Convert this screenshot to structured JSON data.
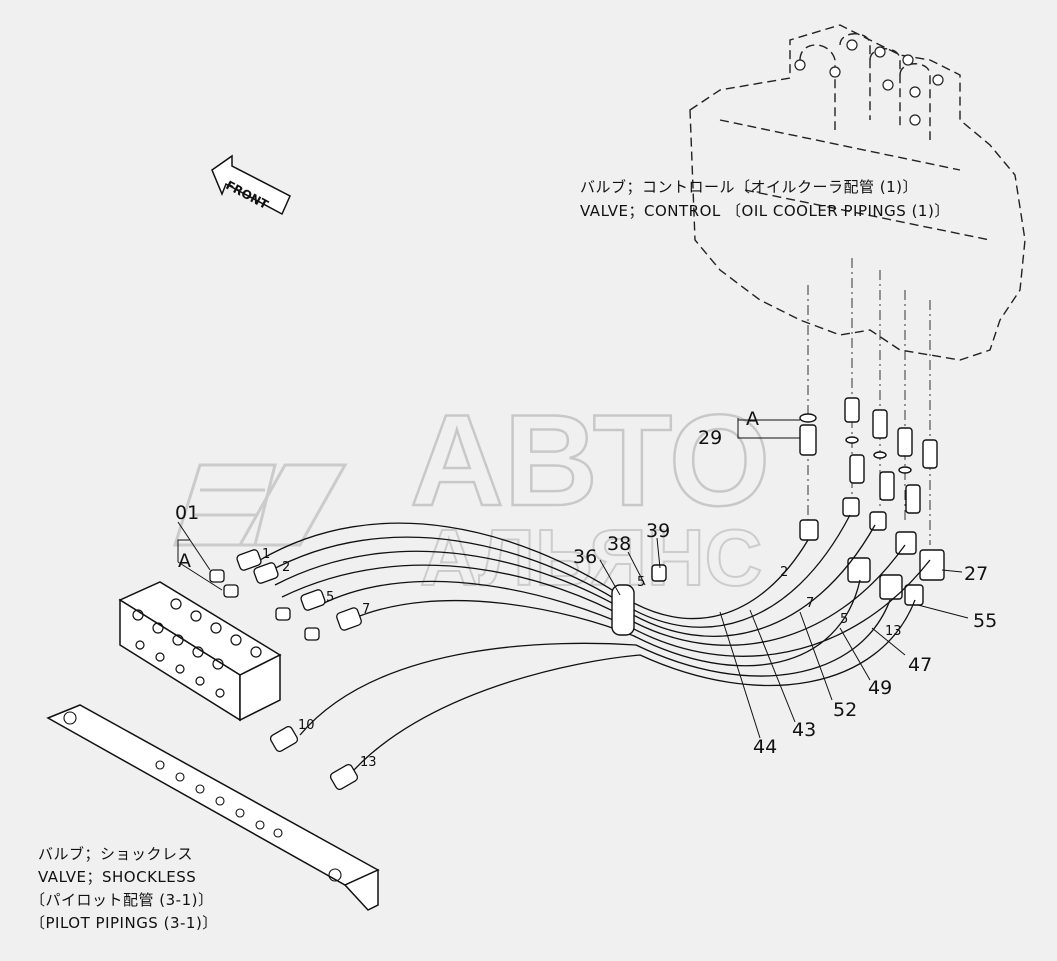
{
  "front_label": "FRONT",
  "watermark": {
    "line1": "АВТО",
    "line2": "АЛЬЯНС"
  },
  "captions": {
    "control_jp": "バルブ；コントロール〔オイルクーラ配管 (1)〕",
    "control_en": "VALVE；CONTROL 〔OIL COOLER PIPINGS (1)〕",
    "shockless_jp": "バルブ；ショックレス",
    "shockless_en": "VALVE；SHOCKLESS",
    "pilot_jp": "〔パイロット配管 (3-1)〕",
    "pilot_en": "〔PILOT PIPINGS (3-1)〕"
  },
  "callouts": {
    "c01": "01",
    "cA_left": "A",
    "cA_right": "A",
    "c29": "29",
    "c36": "36",
    "c38": "38",
    "c39": "39",
    "c27": "27",
    "c55": "55",
    "c47": "47",
    "c49": "49",
    "c52": "52",
    "c43": "43",
    "c44": "44"
  },
  "hose_tags": {
    "t1": "1",
    "t2a": "2",
    "t2b": "2",
    "t5a": "5",
    "t5b": "5",
    "t5c": "5",
    "t7a": "7",
    "t7b": "7",
    "t10": "10",
    "t13a": "13",
    "t13b": "13"
  }
}
